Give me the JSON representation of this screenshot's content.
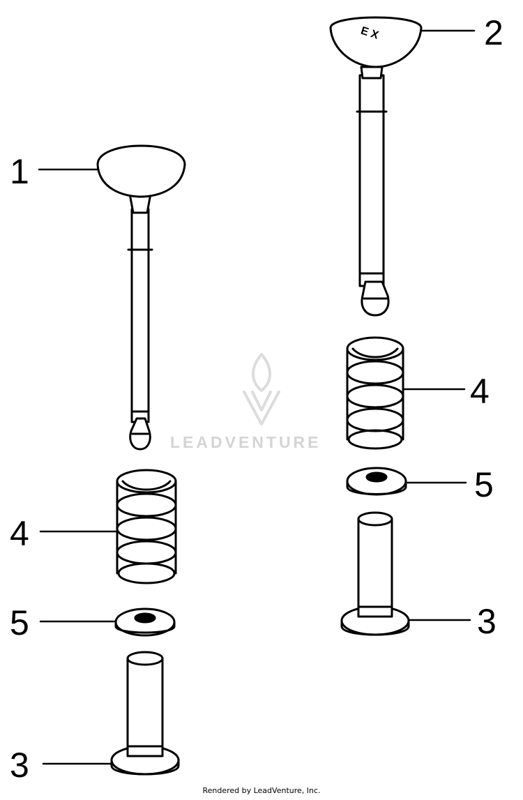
{
  "callouts": {
    "intake_valve": "1",
    "exhaust_valve": "2",
    "lifter_left": "3",
    "lifter_right": "3",
    "spring_left": "4",
    "spring_right": "4",
    "retainer_left": "5",
    "retainer_right": "5"
  },
  "valve_head_marking": "E X",
  "watermark": {
    "text": "LEADVENTURE"
  },
  "footer": {
    "text": "Rendered by LeadVenture, Inc."
  },
  "colors": {
    "ink": "#000000",
    "watermark": "#d4d4d4"
  }
}
